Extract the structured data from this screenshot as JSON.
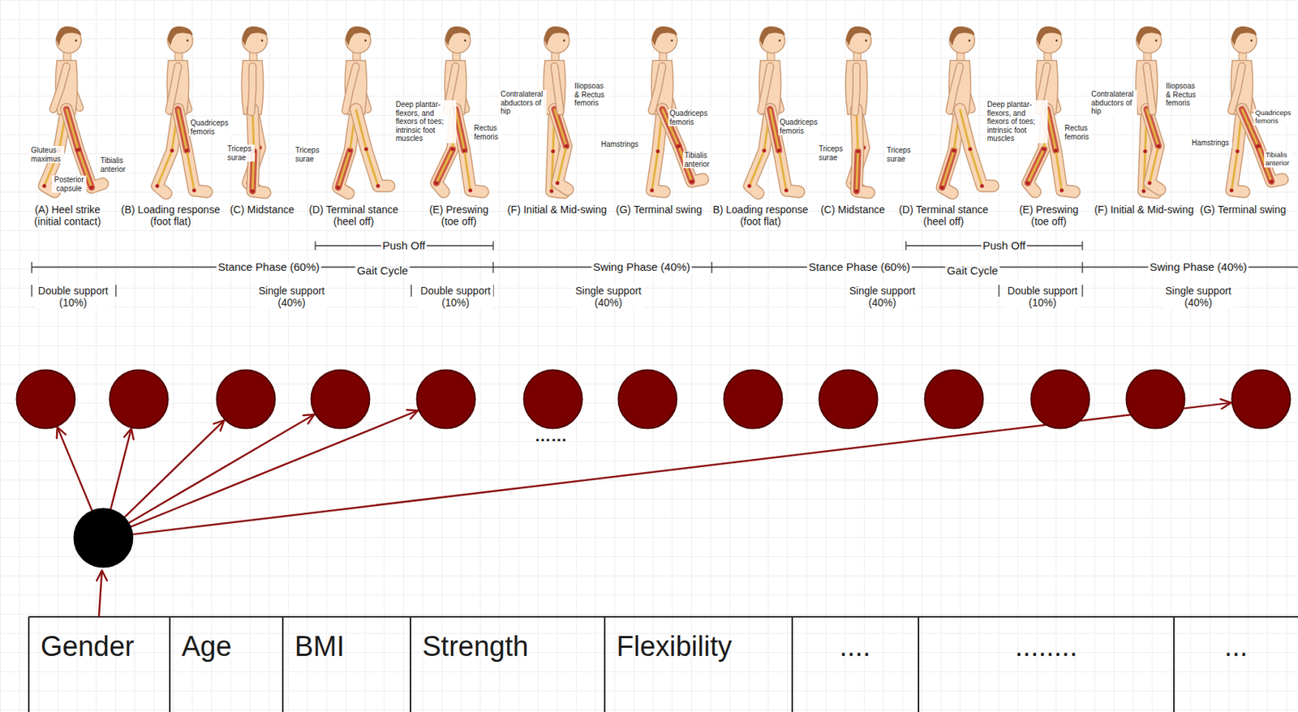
{
  "diagram": {
    "nodes": [
      {
        "text": []
      },
      {
        "text": []
      },
      {
        "text": []
      },
      {
        "text": []
      },
      {
        "text": []
      },
      {
        "text": []
      },
      {
        "text": []
      },
      {
        "text": []
      },
      {
        "text": []
      },
      {
        "text": []
      },
      {
        "text": []
      },
      {
        "text": []
      },
      {
        "text": []
      },
      {
        "text": []
      }
    ],
    "edges": [
      {
        "from": 13,
        "to": 0,
        "arrow": "to"
      },
      {
        "from": 13,
        "to": 1,
        "arrow": "to"
      },
      {
        "from": 13,
        "to": 2,
        "arrow": "to"
      },
      {
        "from": 13,
        "to": 3,
        "arrow": "to"
      },
      {
        "from": 13,
        "to": 4,
        "arrow": "to"
      },
      {
        "from": 13,
        "to": 12,
        "arrow": "to"
      }
    ],
    "labels": [
      "Gluteus maximus",
      "Posterior capsule",
      "Tibialis anterior",
      "Quadriceps femoris",
      "Triceps surae",
      "Triceps surae",
      "Deep plantar-flexors, and flexors of toes; intrinsic foot muscles",
      "Rectus femoris",
      "Contralateral abductors of hip",
      "Iliopsoas & Rectus femoris",
      "Hamstrings",
      "Quadriceps femoris",
      "Tibialis anterior",
      "Quadriceps femoris",
      "Triceps surae",
      "Triceps surae",
      "Deep plantar-flexors, and flexors of toes; intrinsic foot muscles",
      "Rectus femoris",
      "Contralateral abductors of hip",
      "Iliopsoas & Rectus femoris",
      "Hamstrings",
      "Quadriceps femoris",
      "Tibialis anterior",
      "(A) Heel strike (initial contact)",
      "(B) Loading response (foot flat)",
      "(C) Midstance",
      "(D) Terminal stance (heel off)",
      "(E) Preswing (toe off)",
      "(F) Initial & Mid-swing",
      "(G) Terminal swing",
      "B) Loading response (foot flat)",
      "(C) Midstance",
      "(D) Terminal stance (heel off)",
      "(E) Preswing (toe off)",
      "(F) Initial & Mid-swing",
      "(G) Terminal swing",
      "Push Off",
      "Stance Phase (60%)",
      "Gait Cycle",
      "Swing Phase (40%)",
      "Push Off",
      "Stance Phase (60%)",
      "Gait Cycle",
      "Swing Phase (40%)",
      "Double support (10%)",
      "Single support (40%)",
      "Double support (10%)",
      "Single support (40%)",
      "Single support (40%)",
      "Double support (10%)",
      "Single support (40%)",
      "……",
      "Gender",
      "Age",
      "BMI",
      "Strength",
      "Flexibility",
      "....",
      "........",
      "..."
    ]
  }
}
